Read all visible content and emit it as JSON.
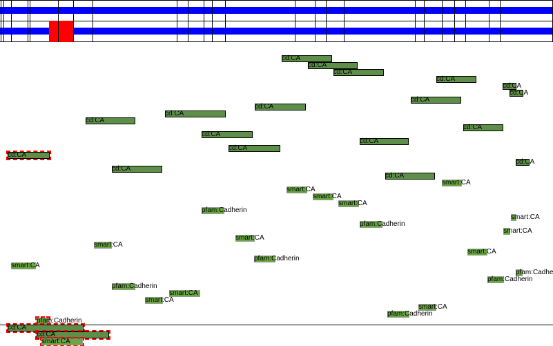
{
  "colors": {
    "track_band": "#0000ff",
    "selection": "#ff0000",
    "cd_fill": "#5e8f48",
    "smart_fill": "#68a83f",
    "highlight": "#ff0000"
  },
  "features": {
    "cd": [
      "cd:CA",
      "cd:CA",
      "cd:CA",
      "cd:CA",
      "cd:CA",
      "cd:CA",
      "cd:CA",
      "cd:CA",
      "cd:CA",
      "cd:CA",
      "cd:CA",
      "cd:CA",
      "cd:CA",
      "cd:CA",
      "cd:CA",
      "cd:CA",
      "cd:CA",
      "cd:CA",
      "cd:CA",
      "cd:CA"
    ],
    "smart": [
      "smart:CA",
      "smart:CA",
      "smart:CA",
      "smart:CA",
      "smart:CA",
      "smart:CA",
      "smart:CA",
      "smart:CA",
      "smart:CA",
      "smart:CA",
      "smart:CA",
      "smart:CA",
      "smart:CA",
      "smart:CA"
    ],
    "pfam": [
      "pfam:Cadherin",
      "pfam:Cadherin",
      "pfam:Cadherin",
      "pfam:Cadherin",
      "pfam:Cadherin",
      "pfam:Cadherin",
      "pfam:Cadherin",
      "pfam:Cadherin"
    ]
  }
}
